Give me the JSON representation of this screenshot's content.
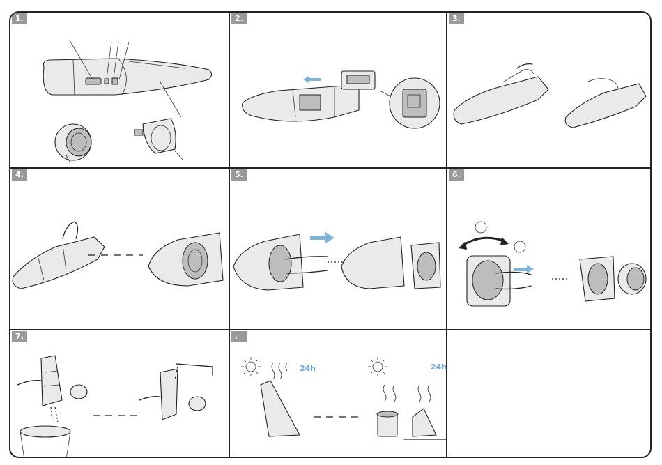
{
  "panels": [
    {
      "id": "p1",
      "number": "1."
    },
    {
      "id": "p2",
      "number": "2."
    },
    {
      "id": "p3",
      "number": "3."
    },
    {
      "id": "p4",
      "number": "4."
    },
    {
      "id": "p5",
      "number": "5."
    },
    {
      "id": "p6",
      "number": "6."
    },
    {
      "id": "p7",
      "number": "7."
    },
    {
      "id": "p8",
      "number": "."
    },
    {
      "id": "p9",
      "number": ""
    }
  ],
  "drying": {
    "time_left": "24h",
    "time_right": "24h"
  },
  "colors": {
    "frame": "#222222",
    "label_bg": "#9a9a9a",
    "arrow_blue": "#7fb4da"
  }
}
